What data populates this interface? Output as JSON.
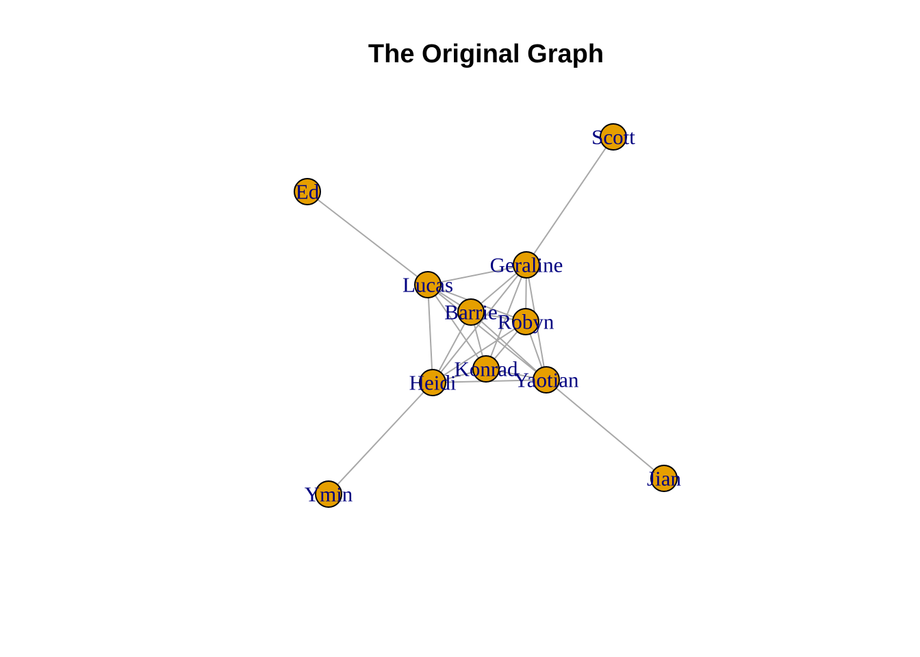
{
  "title": "The Original Graph",
  "colors": {
    "node_fill": "#e69f00",
    "node_stroke": "#000000",
    "edge": "#a8a8a8",
    "label": "#000080"
  },
  "nodes": [
    {
      "id": "Scott",
      "label": "Scott"
    },
    {
      "id": "Ed",
      "label": "Ed"
    },
    {
      "id": "Geraline",
      "label": "Geraline"
    },
    {
      "id": "Lucas",
      "label": "Lucas"
    },
    {
      "id": "Barrie",
      "label": "Barrie"
    },
    {
      "id": "Robyn",
      "label": "Robyn"
    },
    {
      "id": "Konrad",
      "label": "Konrad"
    },
    {
      "id": "Heidi",
      "label": "Heidi"
    },
    {
      "id": "Yaotian",
      "label": "Yaotian"
    },
    {
      "id": "Jian",
      "label": "Jian"
    },
    {
      "id": "Ymin",
      "label": "Ymin"
    }
  ],
  "edges": [
    [
      "Scott",
      "Geraline"
    ],
    [
      "Ed",
      "Lucas"
    ],
    [
      "Jian",
      "Yaotian"
    ],
    [
      "Ymin",
      "Heidi"
    ],
    [
      "Lucas",
      "Geraline"
    ],
    [
      "Lucas",
      "Barrie"
    ],
    [
      "Lucas",
      "Heidi"
    ],
    [
      "Lucas",
      "Yaotian"
    ],
    [
      "Lucas",
      "Konrad"
    ],
    [
      "Lucas",
      "Robyn"
    ],
    [
      "Geraline",
      "Barrie"
    ],
    [
      "Geraline",
      "Robyn"
    ],
    [
      "Geraline",
      "Heidi"
    ],
    [
      "Geraline",
      "Konrad"
    ],
    [
      "Geraline",
      "Yaotian"
    ],
    [
      "Barrie",
      "Robyn"
    ],
    [
      "Barrie",
      "Heidi"
    ],
    [
      "Barrie",
      "Konrad"
    ],
    [
      "Barrie",
      "Yaotian"
    ],
    [
      "Robyn",
      "Heidi"
    ],
    [
      "Robyn",
      "Konrad"
    ],
    [
      "Robyn",
      "Yaotian"
    ],
    [
      "Heidi",
      "Konrad"
    ],
    [
      "Heidi",
      "Yaotian"
    ],
    [
      "Konrad",
      "Yaotian"
    ]
  ]
}
